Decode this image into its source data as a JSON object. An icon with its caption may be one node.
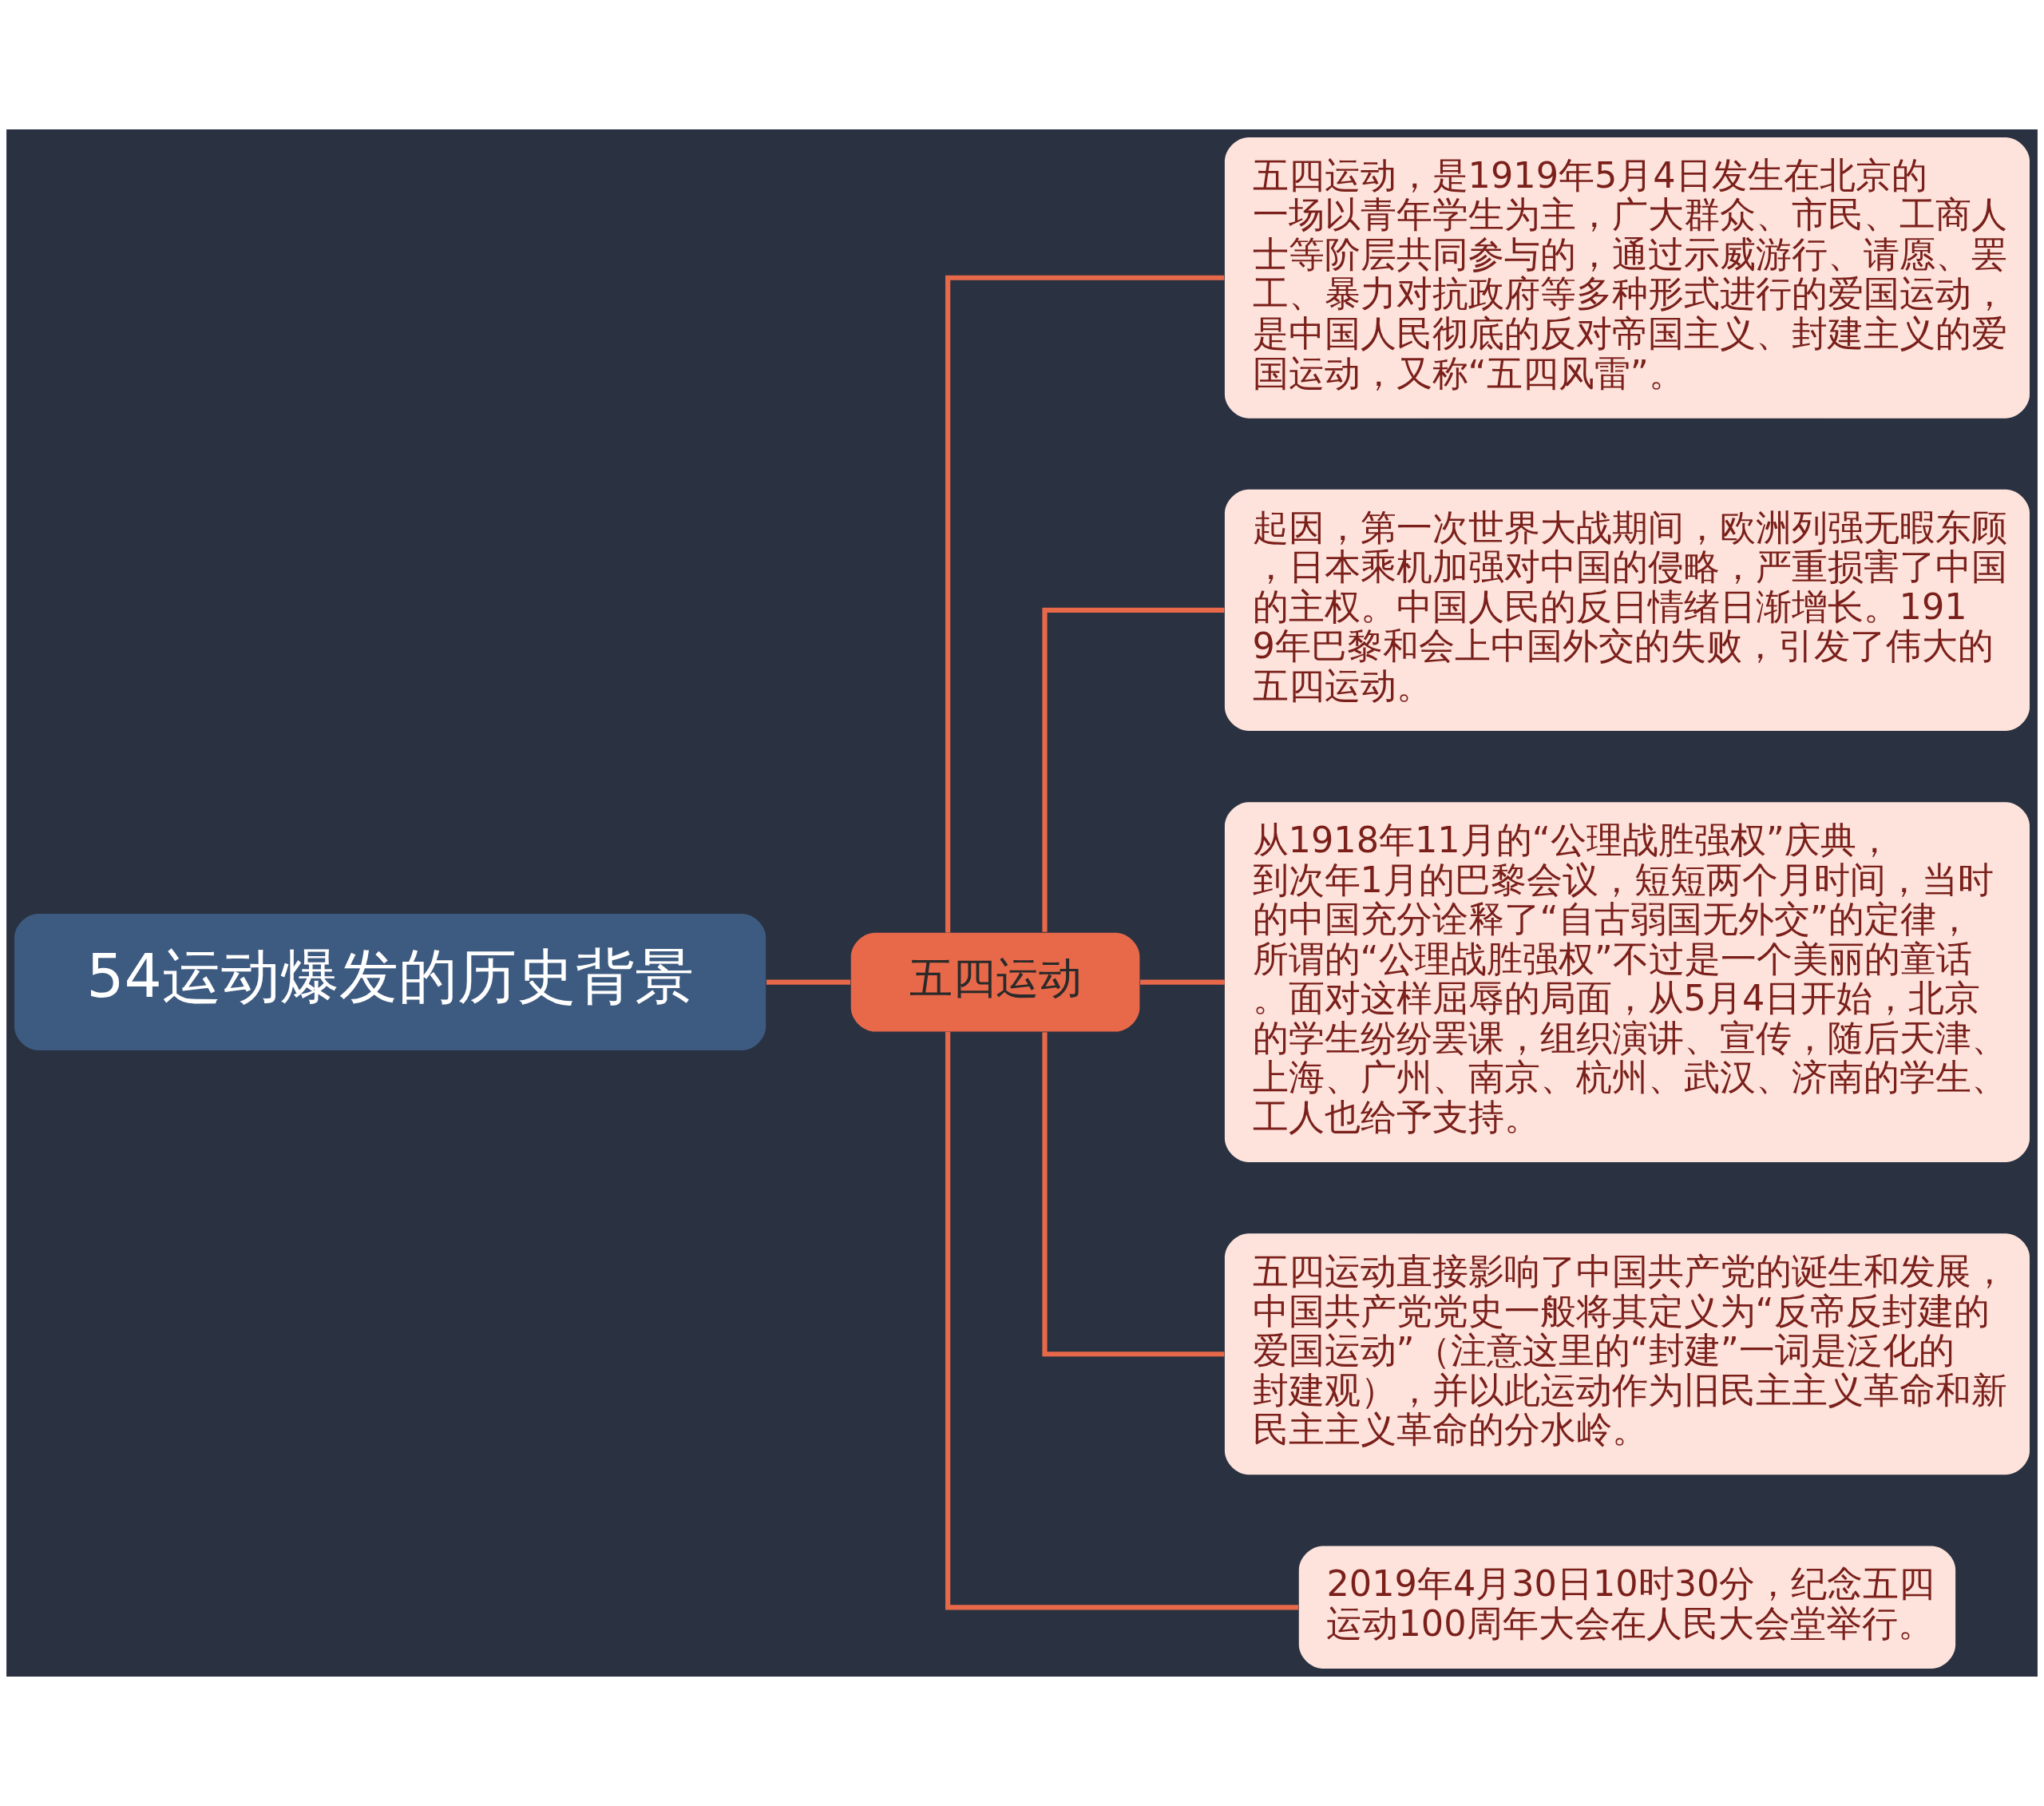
{
  "diagram": {
    "nodes": [
      {
        "text": [
          "54运动爆发的历史背景"
        ]
      },
      {
        "text": [
          "五四运动"
        ]
      },
      {
        "text": [
          "五四运动，是1919年5月4日发生在北京的一场以青年学生为主，广大群众、市民、工商人士等阶层共同参与的，通过示威游行、请愿、罢工、暴力对抗政府等多种形式进行的爱国运动，是中国人民彻底的反对帝国主义、封建主义的爱国运动，又称“五四风雷”。"
        ]
      },
      {
        "text": [
          "起因，第一次世界大战期间，欧洲列强无暇东顾，日本乘机加强对中国的侵略，严重损害了中国的主权。中国人民的反日情绪日渐增长。1919年巴黎和会上中国外交的失败，引发了伟大的五四运动。"
        ]
      },
      {
        "text": [
          "从1918年11月的“公理战胜强权”庆典，到次年1月的巴黎会议，短短两个月时间，当时的中国充分诠释了“自古弱国无外交”的定律，所谓的“公理战胜强权”不过是一个美丽的童话。面对这样屈辱的局面，从5月4日开始，北京的学生纷纷罢课，组织演讲、宣传，随后天津、上海、广州、南京、杭州、武汉、济南的学生、工人也给予支持。"
        ]
      },
      {
        "text": [
          "五四运动直接影响了中国共产党的诞生和发展，中国共产党党史一般将其定义为“反帝反封建的爱国运动”（注意这里的“封建”一词是泛化的封建观），并以此运动作为旧民主主义革命和新民主主义革命的分水岭。"
        ]
      },
      {
        "text": [
          "2019年4月30日10时30分，纪念五四运动100周年大会在人民大会堂举行。"
        ]
      }
    ],
    "edges": [
      {
        "from": 0,
        "to": 1,
        "arrow": "none"
      },
      {
        "from": 1,
        "to": 2,
        "arrow": "none"
      },
      {
        "from": 1,
        "to": 3,
        "arrow": "none"
      },
      {
        "from": 1,
        "to": 4,
        "arrow": "none"
      },
      {
        "from": 1,
        "to": 5,
        "arrow": "none"
      },
      {
        "from": 1,
        "to": 6,
        "arrow": "none"
      }
    ]
  }
}
